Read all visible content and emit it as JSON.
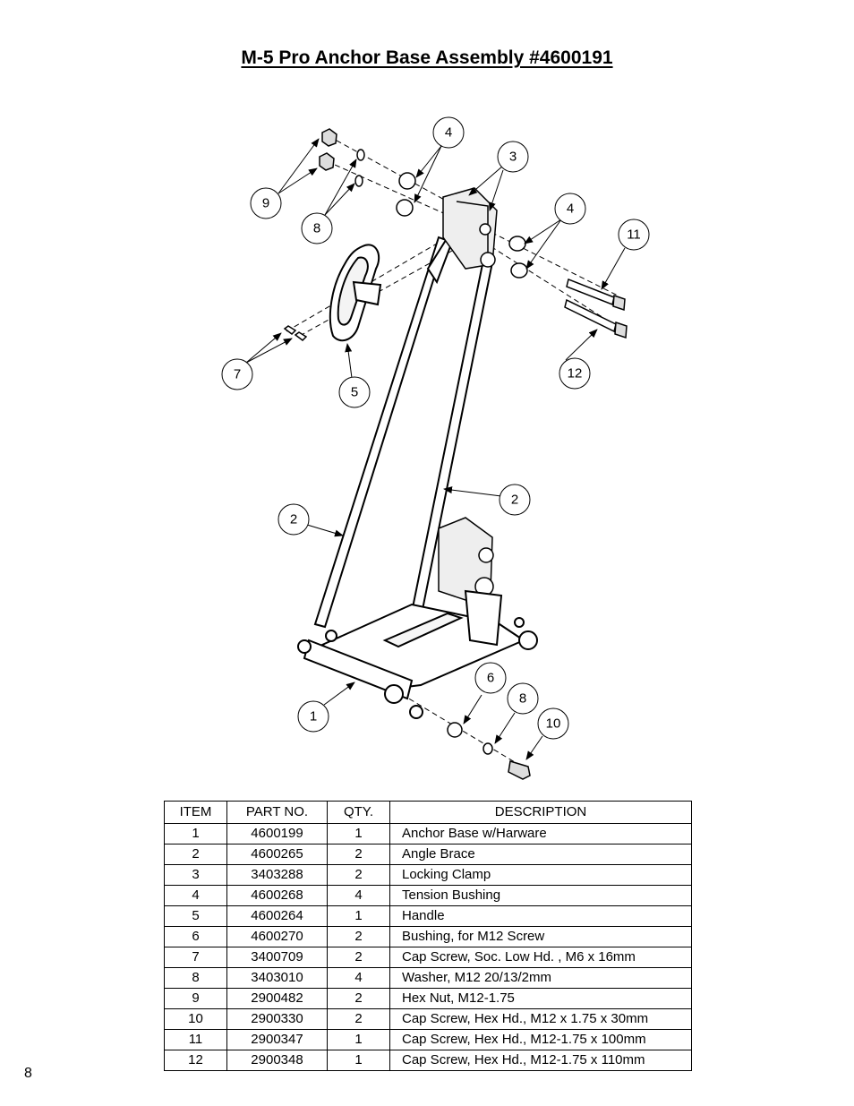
{
  "title": "M-5 Pro Anchor Base Assembly #4600191",
  "page_number": "8",
  "callouts": [
    "4",
    "3",
    "9",
    "8",
    "4",
    "11",
    "7",
    "5",
    "12",
    "2",
    "2",
    "6",
    "8",
    "10",
    "1"
  ],
  "table": {
    "headers": [
      "ITEM",
      "PART NO.",
      "QTY.",
      "DESCRIPTION"
    ],
    "rows": [
      {
        "item": "1",
        "part": "4600199",
        "qty": "1",
        "desc": "Anchor Base w/Harware"
      },
      {
        "item": "2",
        "part": "4600265",
        "qty": "2",
        "desc": "Angle Brace"
      },
      {
        "item": "3",
        "part": "3403288",
        "qty": "2",
        "desc": "Locking Clamp"
      },
      {
        "item": "4",
        "part": "4600268",
        "qty": "4",
        "desc": "Tension Bushing"
      },
      {
        "item": "5",
        "part": "4600264",
        "qty": "1",
        "desc": "Handle"
      },
      {
        "item": "6",
        "part": "4600270",
        "qty": "2",
        "desc": "Bushing, for M12 Screw"
      },
      {
        "item": "7",
        "part": "3400709",
        "qty": "2",
        "desc": "Cap Screw, Soc. Low Hd. , M6 x 16mm"
      },
      {
        "item": "8",
        "part": "3403010",
        "qty": "4",
        "desc": "Washer, M12 20/13/2mm"
      },
      {
        "item": "9",
        "part": "2900482",
        "qty": "2",
        "desc": "Hex Nut, M12-1.75"
      },
      {
        "item": "10",
        "part": "2900330",
        "qty": "2",
        "desc": "Cap Screw, Hex Hd., M12 x 1.75 x 30mm"
      },
      {
        "item": "11",
        "part": "2900347",
        "qty": "1",
        "desc": "Cap Screw, Hex Hd., M12-1.75 x 100mm"
      },
      {
        "item": "12",
        "part": "2900348",
        "qty": "1",
        "desc": "Cap Screw, Hex Hd., M12-1.75 x 110mm"
      }
    ]
  }
}
